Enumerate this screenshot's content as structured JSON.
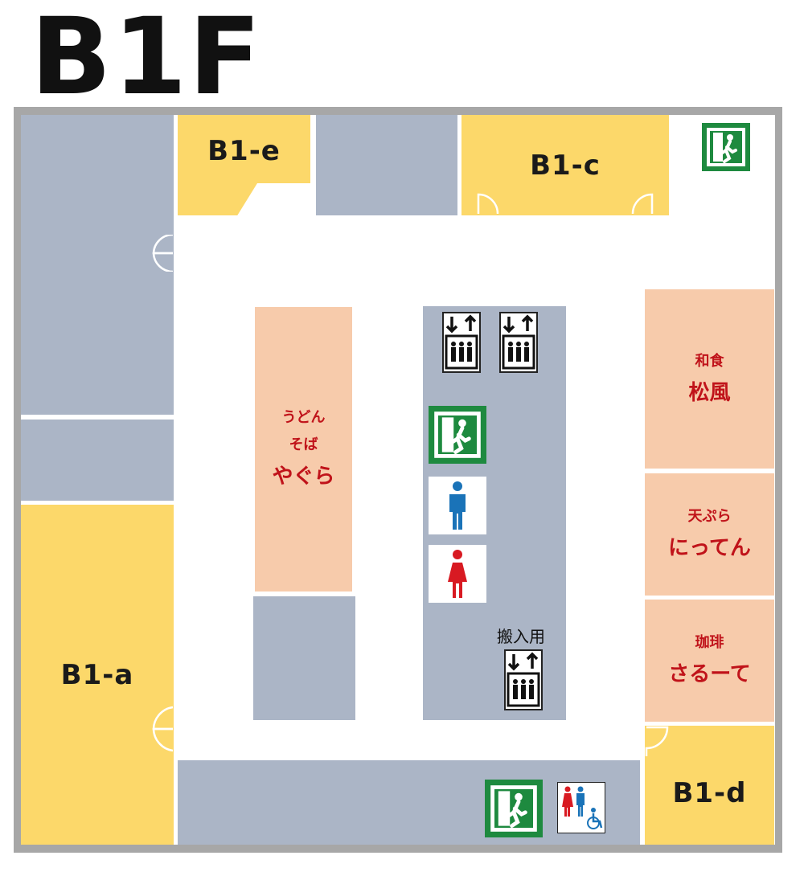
{
  "floor": {
    "title": "B1F"
  },
  "units": {
    "b1a": "B1-a",
    "b1c": "B1-c",
    "b1d": "B1-d",
    "b1e": "B1-e"
  },
  "shops": {
    "yagura": {
      "line1": "うどん",
      "line2": "そば",
      "name": "やぐら"
    },
    "shofu": {
      "category": "和食",
      "name": "松風"
    },
    "nitten": {
      "category": "天ぷら",
      "name": "にってん"
    },
    "saruute": {
      "category": "珈琲",
      "name": "さるーて"
    }
  },
  "labels": {
    "freight_elevator": "搬入用"
  },
  "icons": [
    "elevator-icon",
    "emergency-exit-icon",
    "mens-restroom-icon",
    "womens-restroom-icon",
    "accessible-restroom-icon",
    "door-swing-icon"
  ],
  "colors": {
    "tenant_vacant": "#fcd86a",
    "restaurant": "#f7cbab",
    "service_area": "#abb5c6",
    "shop_text": "#c0131a",
    "exit_green": "#1e8a3f"
  }
}
